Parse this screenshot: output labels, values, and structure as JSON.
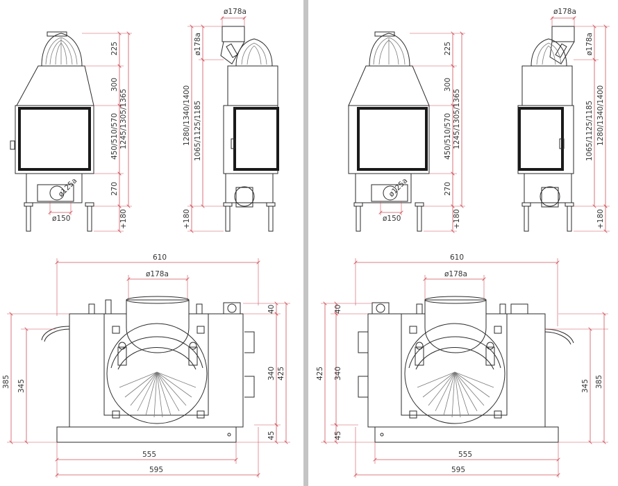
{
  "colors": {
    "dimension": "#d0505a",
    "outline": "#2a2a2a",
    "divider": "#c4c4c4",
    "background": "#ffffff"
  },
  "labels": {
    "d178": "ø178a",
    "d150": "ø150",
    "d125": "ø125a",
    "h225": "225",
    "h300": "300",
    "h450": "450/510/570",
    "h270": "270",
    "h1245": "1245/1305/1365",
    "h180": "+180",
    "h1280": "1280/1340/1400",
    "h1065": "1065/1125/1185",
    "w610": "610",
    "w555": "555",
    "w595": "595",
    "d385": "385",
    "d345": "345",
    "d40": "40",
    "d340": "340",
    "d425": "425",
    "d45": "45"
  }
}
